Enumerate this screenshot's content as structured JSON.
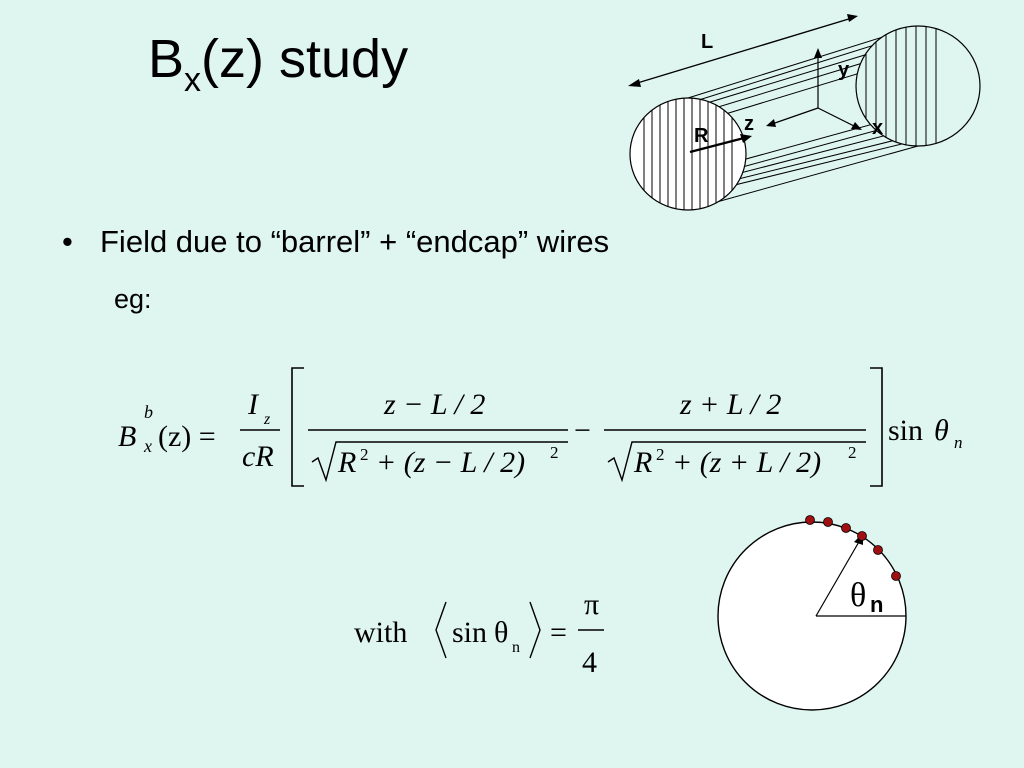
{
  "title": {
    "main": "B",
    "subscript": "x",
    "rest": "(z) study"
  },
  "bullets": [
    {
      "bullet": "•",
      "text": "Field due to “barrel” + “endcap” wires"
    }
  ],
  "sub_bullet": "eg:",
  "cylinder_diagram": {
    "labels": {
      "L": "L",
      "y": "y",
      "z": "z",
      "x": "x",
      "R": "R"
    },
    "colors": {
      "stroke": "#000000",
      "fill": "#ffffff"
    }
  },
  "formula": {
    "lhs_B": "B",
    "lhs_sup": "b",
    "lhs_sub": "x",
    "lhs_arg": "(z) =",
    "coef_num_I": "I",
    "coef_num_sub": "z",
    "coef_den": "cR",
    "term1_num": "z − L / 2",
    "term1_den_R": "R",
    "term1_den_exp": "2",
    "term1_den_rest": "+ (z − L / 2)",
    "term1_den_exp2": "2",
    "minus": "−",
    "term2_num": "z + L / 2",
    "term2_den_R": "R",
    "term2_den_exp": "2",
    "term2_den_rest": "+ (z + L / 2)",
    "term2_den_exp2": "2",
    "trail_sin": "sin",
    "trail_theta": "θ",
    "trail_sub": "n"
  },
  "average": {
    "with": "with",
    "sin": "sin",
    "theta": "θ",
    "sub": "n",
    "eq": "=",
    "num": "π",
    "den": "4"
  },
  "circle_diagram": {
    "label": "θ",
    "label_sub": "n",
    "dot_color": "#a01010"
  }
}
